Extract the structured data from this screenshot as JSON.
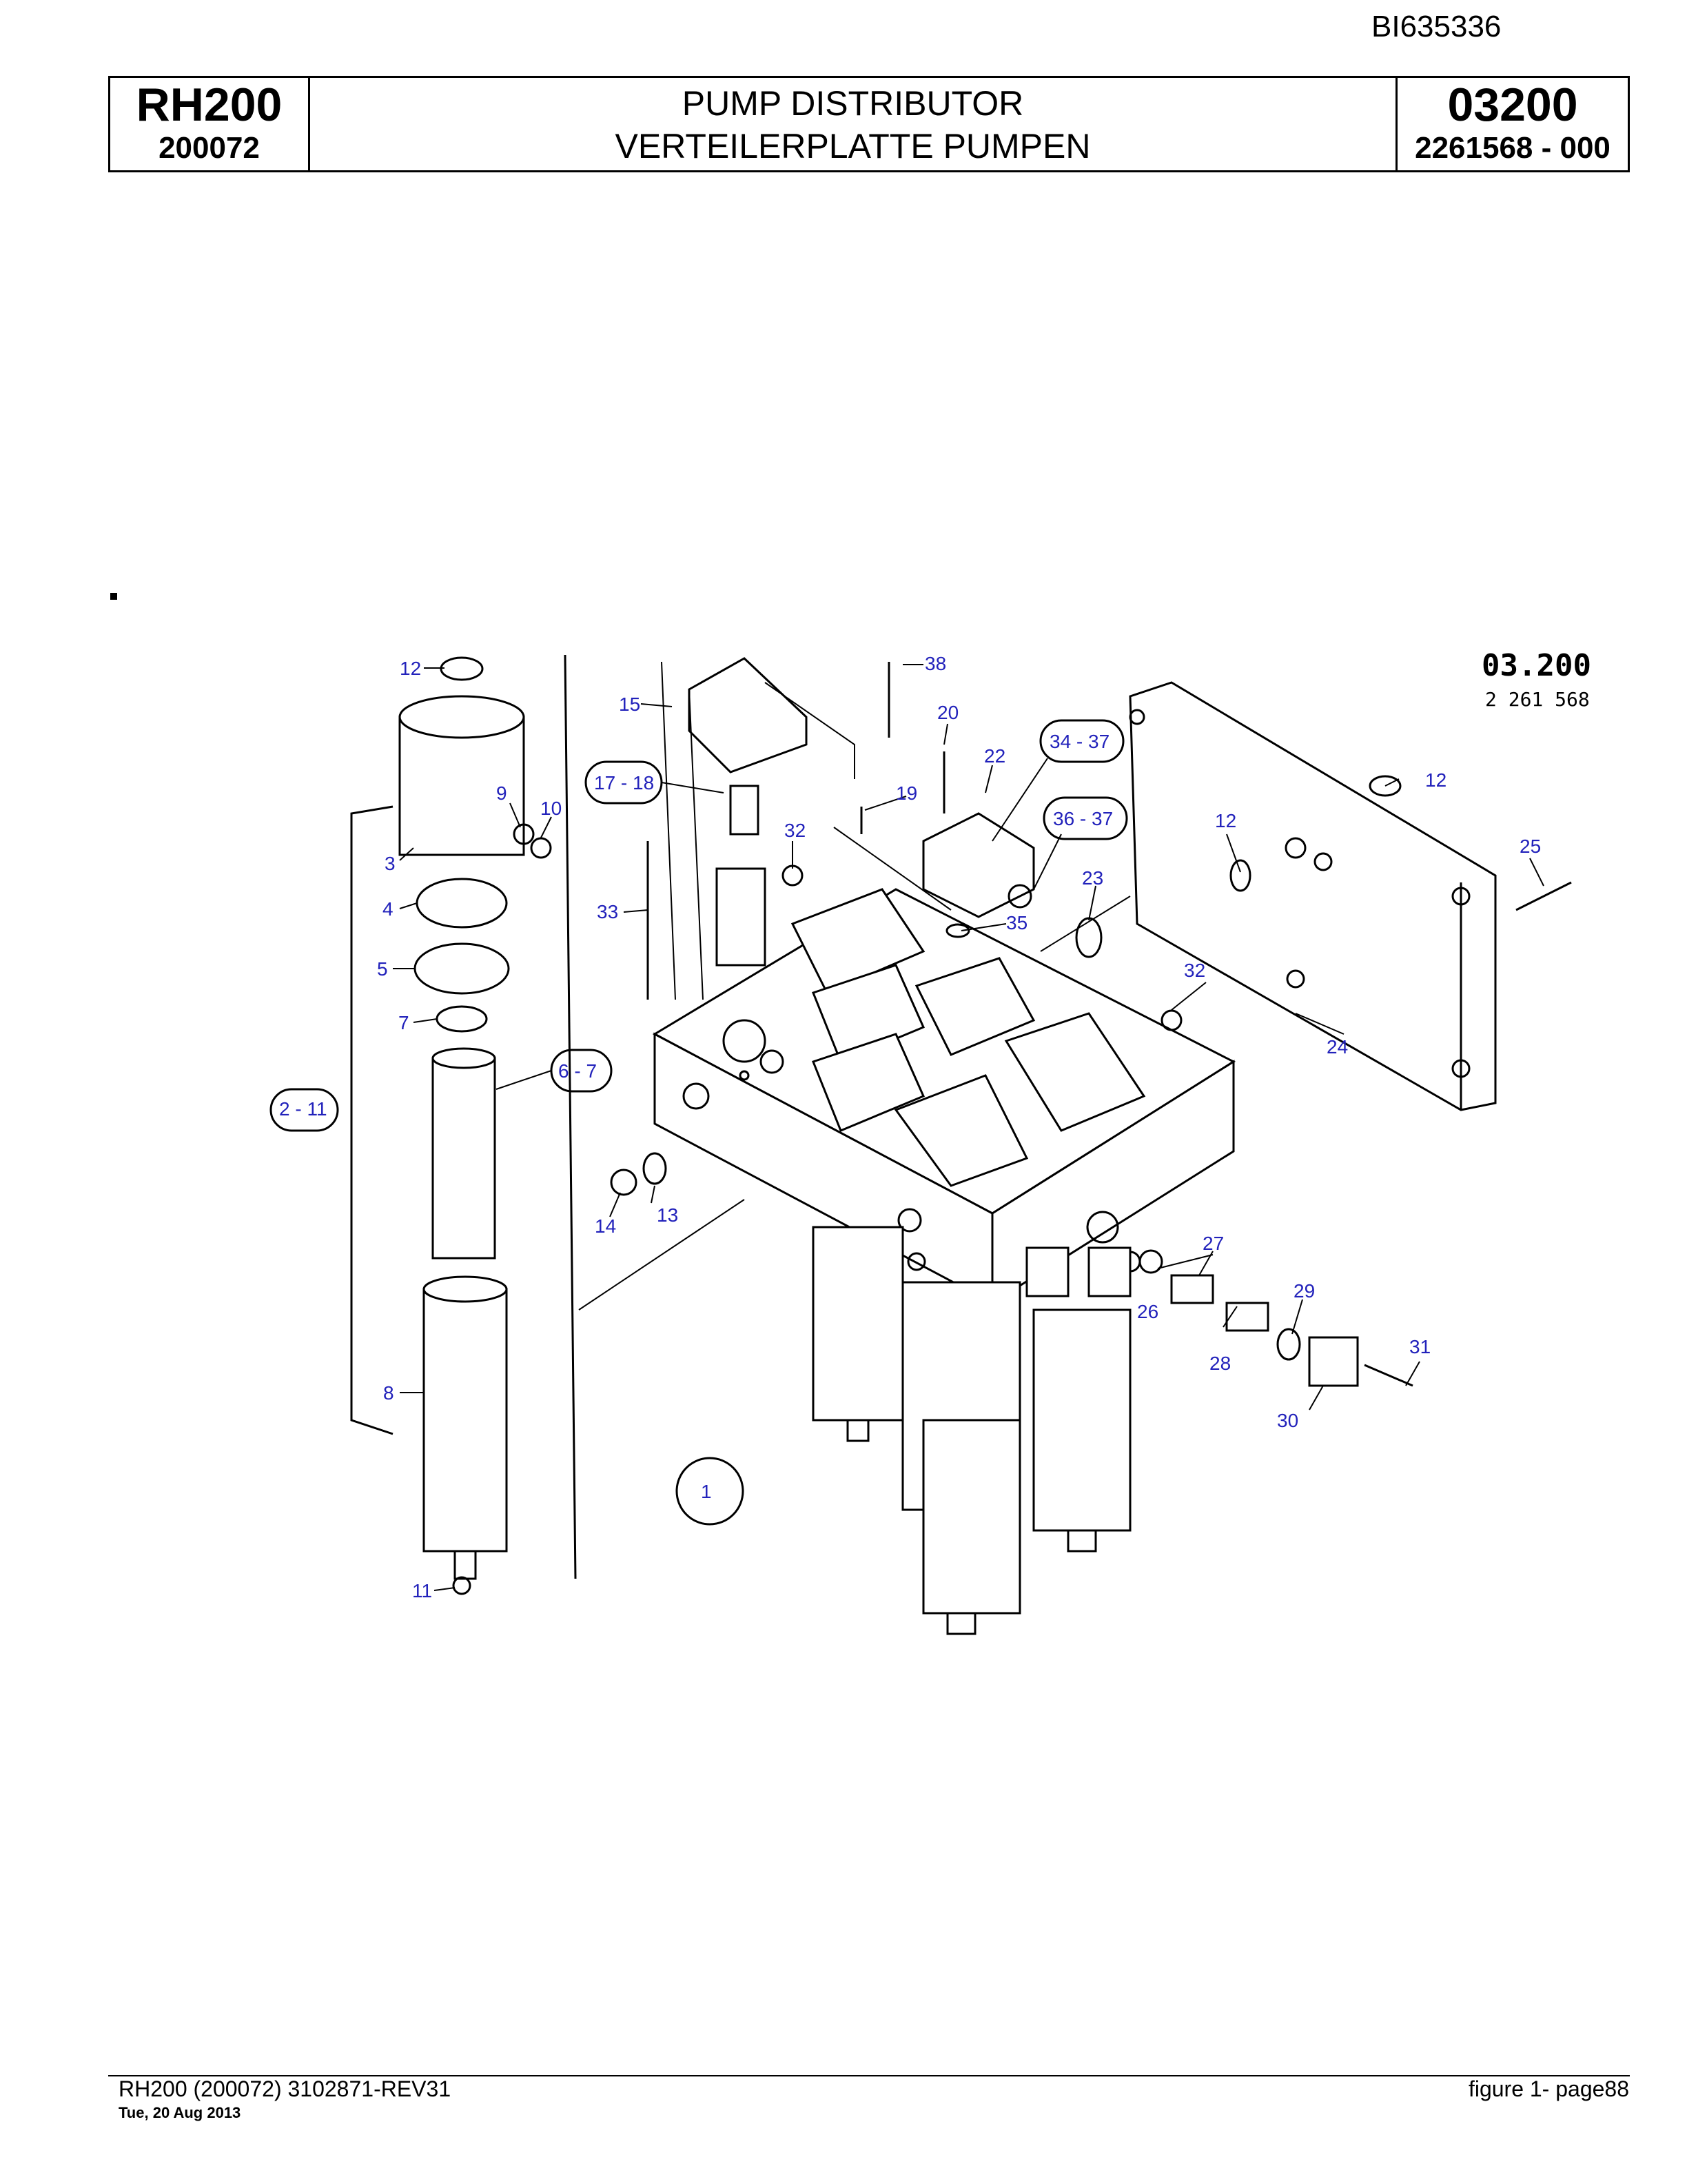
{
  "doc_id": "BI635336",
  "header": {
    "model": "RH200",
    "serial": "200072",
    "title_en": "PUMP DISTRIBUTOR",
    "title_de": "VERTEILERPLATTE PUMPEN",
    "group": "03200",
    "part": "2261568  - 000"
  },
  "stamp": {
    "group": "03.200",
    "part": "2 261 568"
  },
  "callouts": {
    "c1": "1",
    "c2_11": "2 - 11",
    "c3": "3",
    "c4": "4",
    "c5": "5",
    "c6_7": "6 - 7",
    "c7": "7",
    "c8": "8",
    "c9": "9",
    "c10": "10",
    "c11": "11",
    "c12a": "12",
    "c12b": "12",
    "c12c": "12",
    "c13": "13",
    "c14": "14",
    "c15": "15",
    "c17_18": "17 - 18",
    "c19": "19",
    "c20": "20",
    "c22": "22",
    "c23": "23",
    "c24": "24",
    "c25": "25",
    "c26": "26",
    "c27": "27",
    "c28": "28",
    "c29": "29",
    "c30": "30",
    "c31": "31",
    "c32a": "32",
    "c32b": "32",
    "c33": "33",
    "c34_37": "34 - 37",
    "c35": "35",
    "c36_37": "36 - 37",
    "c38": "38"
  },
  "footer": {
    "left": "RH200 (200072) 3102871-REV31",
    "date": "Tue, 20 Aug 2013",
    "right": "figure  1- page88"
  }
}
